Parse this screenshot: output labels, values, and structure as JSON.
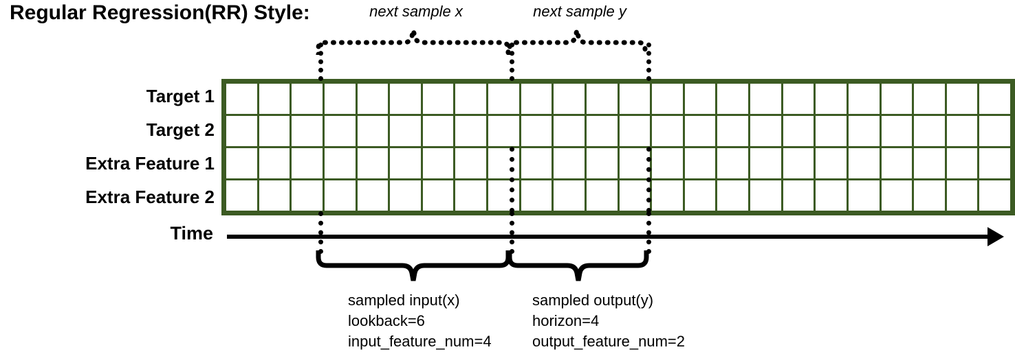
{
  "title": "Regular Regression(RR) Style:",
  "row_labels": [
    "Target 1",
    "Target 2",
    "Extra Feature 1",
    "Extra Feature 2"
  ],
  "axis": {
    "time_label": "Time",
    "arrow_icon": "right-arrow-icon"
  },
  "grid": {
    "total_columns": 24,
    "rows": [
      {
        "name": "Target 1",
        "cells": [
          "white",
          "white",
          "white",
          "green",
          "green",
          "green",
          "green",
          "green",
          "green",
          "green-light",
          "green-light",
          "green-light",
          "green-light",
          "white",
          "white",
          "white",
          "white",
          "white",
          "white",
          "white",
          "white",
          "white",
          "white",
          "white"
        ]
      },
      {
        "name": "Target 2",
        "cells": [
          "white",
          "white",
          "white",
          "yellow",
          "yellow",
          "yellow",
          "yellow",
          "yellow",
          "yellow",
          "yellow-light",
          "yellow-light",
          "yellow-light",
          "yellow-light",
          "white",
          "white",
          "white",
          "white",
          "white",
          "white",
          "white",
          "white",
          "white",
          "white",
          "white"
        ]
      },
      {
        "name": "Extra Feature 1",
        "cells": [
          "white",
          "white",
          "white",
          "blue",
          "blue",
          "blue",
          "blue",
          "blue",
          "blue",
          "white",
          "white",
          "white",
          "white",
          "white",
          "white",
          "white",
          "white",
          "white",
          "white",
          "white",
          "white",
          "white",
          "white",
          "white"
        ]
      },
      {
        "name": "Extra Feature 2",
        "cells": [
          "white",
          "white",
          "white",
          "orange",
          "orange",
          "orange",
          "orange",
          "orange",
          "orange",
          "white",
          "white",
          "white",
          "white",
          "white",
          "white",
          "white",
          "white",
          "white",
          "white",
          "white",
          "white",
          "white",
          "white",
          "white"
        ]
      }
    ]
  },
  "top_braces": [
    {
      "label": "next sample x"
    },
    {
      "label": "next sample y"
    }
  ],
  "bottom_braces": [
    {
      "lines": [
        "sampled input(x)",
        "lookback=6",
        "input_feature_num=4"
      ]
    },
    {
      "lines": [
        "sampled output(y)",
        "horizon=4",
        "output_feature_num=2"
      ]
    }
  ],
  "colors": {
    "grid_border": "#3C5B23",
    "green": "#6FAF4C",
    "green_light": "#C5E0B4",
    "yellow": "#FFC300",
    "yellow_light": "#FCE08D",
    "blue": "#2E75B6",
    "orange": "#C75B12",
    "ink": "#000000",
    "background": "#FFFFFF"
  }
}
